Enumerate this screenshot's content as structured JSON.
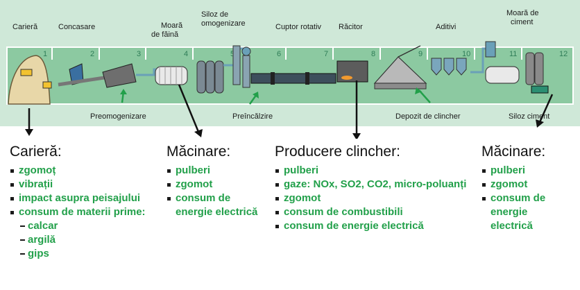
{
  "diagram": {
    "top_labels": {
      "cariera": "Carieră",
      "concasare": "Concasare",
      "moara_faina": [
        "Moară",
        "de făină"
      ],
      "siloz_omogenizare": [
        "Siloz de",
        "omogenizare"
      ],
      "cuptor": "Cuptor rotativ",
      "racitor": "Răcitor",
      "aditivi": "Aditivi",
      "moara_ciment": [
        "Moară de",
        "ciment"
      ]
    },
    "bottom_labels": {
      "preomogenizare": "Preomogenizare",
      "preincalzire": "Preîncălzire",
      "depozit": "Depozit de clincher",
      "siloz_ciment": "Siloz ciment"
    },
    "step_numbers": [
      "1",
      "2",
      "3",
      "4",
      "5",
      "6",
      "7",
      "8",
      "9",
      "10",
      "11",
      "12"
    ]
  },
  "sections": [
    {
      "title": "Carieră:",
      "items": [
        {
          "text": "zgomoț",
          "sub": false
        },
        {
          "text": "vibrații",
          "sub": false
        },
        {
          "text": "impact asupra peisajului",
          "sub": false
        },
        {
          "text": "consum de materii prime:",
          "sub": false
        },
        {
          "text": "calcar",
          "sub": true
        },
        {
          "text": "argilă",
          "sub": true
        },
        {
          "text": "gips",
          "sub": true
        }
      ]
    },
    {
      "title": "Măcinare:",
      "items": [
        {
          "text": "pulberi",
          "sub": false
        },
        {
          "text": "zgomot",
          "sub": false
        },
        {
          "text": "consum de energie electrică",
          "sub": false
        }
      ]
    },
    {
      "title": "Producere clincher:",
      "items": [
        {
          "text": "pulberi",
          "sub": false
        },
        {
          "text": "gaze: NOx, SO2, CO2, micro-poluanți",
          "sub": false
        },
        {
          "text": "zgomot",
          "sub": false
        },
        {
          "text": "consum de combustibili",
          "sub": false
        },
        {
          "text": "consum de energie electrică",
          "sub": false
        }
      ]
    },
    {
      "title": "Măcinare:",
      "items": [
        {
          "text": "pulberi",
          "sub": false
        },
        {
          "text": "zgomot",
          "sub": false
        },
        {
          "text": "consum de energie electrică",
          "sub": false
        }
      ]
    }
  ],
  "colors": {
    "band_light": "#cfe8d8",
    "band_dark": "#8cc9a1",
    "stripe_border": "#ffffff",
    "accent_green": "#22a04a",
    "equipment_blue": "#6aa0b8",
    "equipment_gray": "#9a9a9a"
  }
}
